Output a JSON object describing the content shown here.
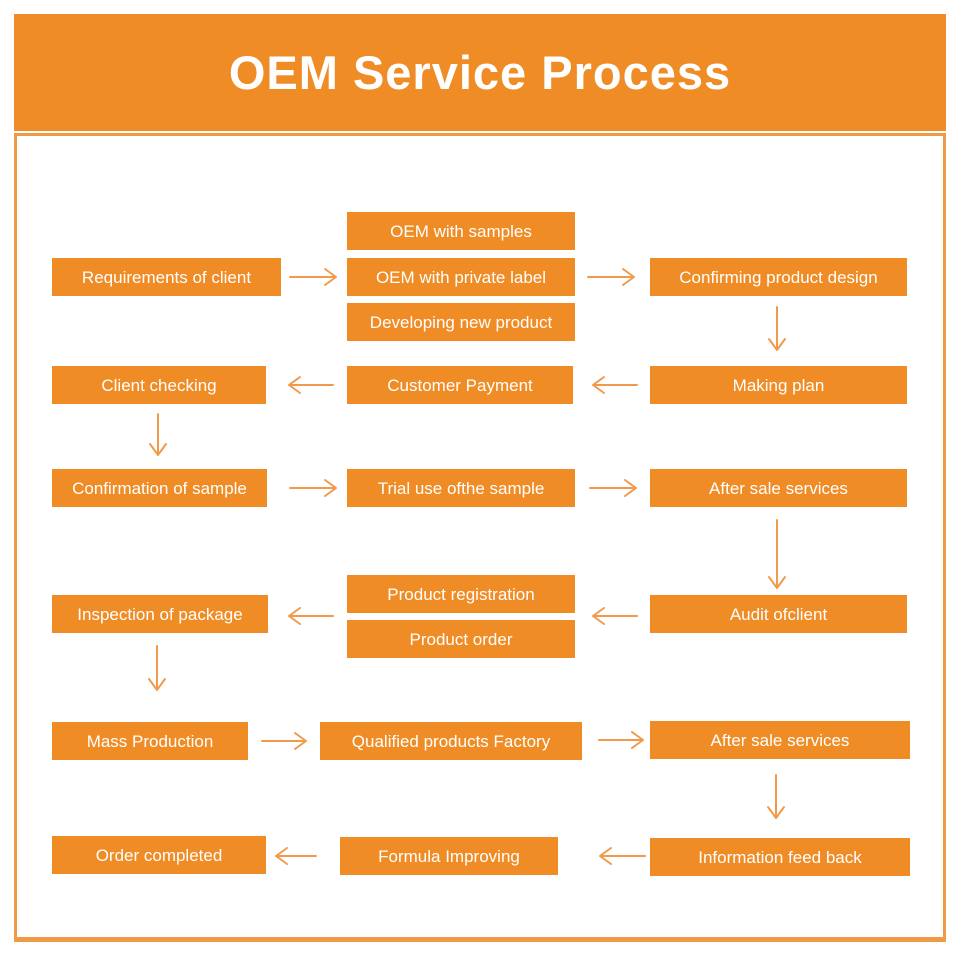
{
  "header": {
    "title": "OEM Service Process"
  },
  "flowchart": {
    "nodes": {
      "requirements_of_client": "Requirements of client",
      "oem_with_samples": "OEM with samples",
      "oem_with_private_label": "OEM with private label",
      "developing_new_product": "Developing new product",
      "confirming_product_design": "Confirming product design",
      "client_checking": "Client checking",
      "customer_payment": "Customer Payment",
      "making_plan": "Making plan",
      "confirmation_of_sample": "Confirmation of sample",
      "trial_use_of_the_sample": "Trial use ofthe sample",
      "after_sale_services_1": "After sale services",
      "inspection_of_package": "Inspection of package",
      "product_registration": "Product registration",
      "product_order": "Product order",
      "audit_of_client": "Audit ofclient",
      "mass_production": "Mass Production",
      "qualified_products_factory": "Qualified products Factory",
      "after_sale_services_2": "After sale services",
      "order_completed": "Order completed",
      "formula_improving": "Formula Improving",
      "information_feed_back": "Information feed back"
    }
  },
  "colors": {
    "accent": "#EF8C25",
    "arrow": "#F09B4C",
    "frame": "#F09A45",
    "boxtext": "#FFFFFF"
  }
}
